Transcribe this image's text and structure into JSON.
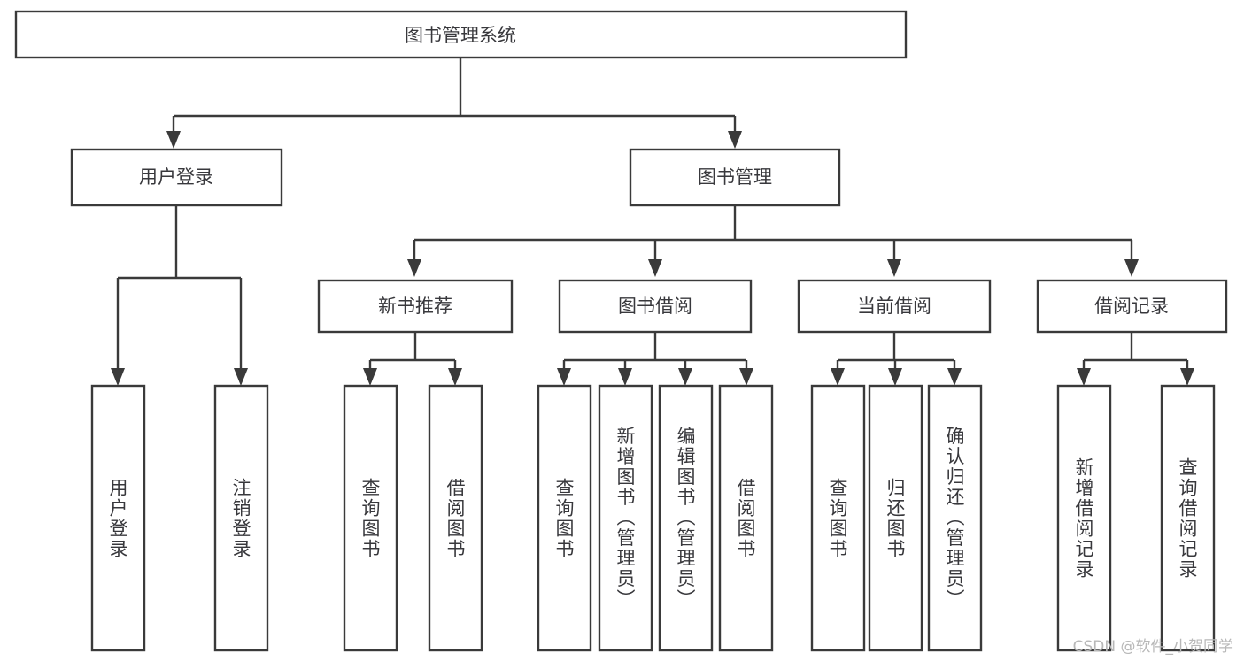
{
  "diagram": {
    "type": "hierarchy-tree",
    "title": "图书管理系统",
    "background_color": "#ffffff",
    "stroke_color": "#3a3a3a",
    "text_color": "#38383c",
    "root": {
      "id": "root",
      "label": "图书管理系统"
    },
    "level2": [
      {
        "id": "user-login",
        "label": "用户登录"
      },
      {
        "id": "book-manage",
        "label": "图书管理"
      }
    ],
    "level3": [
      {
        "id": "new-book-recommend",
        "label": "新书推荐",
        "parent": "book-manage"
      },
      {
        "id": "book-borrow",
        "label": "图书借阅",
        "parent": "book-manage"
      },
      {
        "id": "current-borrow",
        "label": "当前借阅",
        "parent": "book-manage"
      },
      {
        "id": "borrow-record",
        "label": "借阅记录",
        "parent": "book-manage"
      }
    ],
    "leaves": {
      "user-login": [
        {
          "id": "leaf-user-login",
          "label": "用户登录"
        },
        {
          "id": "leaf-user-logout",
          "label": "注销登录"
        }
      ],
      "new-book-recommend": [
        {
          "id": "leaf-query-book-1",
          "label": "查询图书"
        },
        {
          "id": "leaf-borrow-book-1",
          "label": "借阅图书"
        }
      ],
      "book-borrow": [
        {
          "id": "leaf-query-book-2",
          "label": "查询图书"
        },
        {
          "id": "leaf-add-book",
          "label": "新增图书（管理员）"
        },
        {
          "id": "leaf-edit-book",
          "label": "编辑图书（管理员）"
        },
        {
          "id": "leaf-borrow-book-2",
          "label": "借阅图书"
        }
      ],
      "current-borrow": [
        {
          "id": "leaf-query-book-3",
          "label": "查询图书"
        },
        {
          "id": "leaf-return-book",
          "label": "归还图书"
        },
        {
          "id": "leaf-confirm-return",
          "label": "确认归还（管理员）"
        }
      ],
      "borrow-record": [
        {
          "id": "leaf-add-record",
          "label": "新增借阅记录"
        },
        {
          "id": "leaf-query-record",
          "label": "查询借阅记录"
        }
      ]
    }
  },
  "watermark": {
    "text": "CSDN @软件_小贺同学"
  }
}
